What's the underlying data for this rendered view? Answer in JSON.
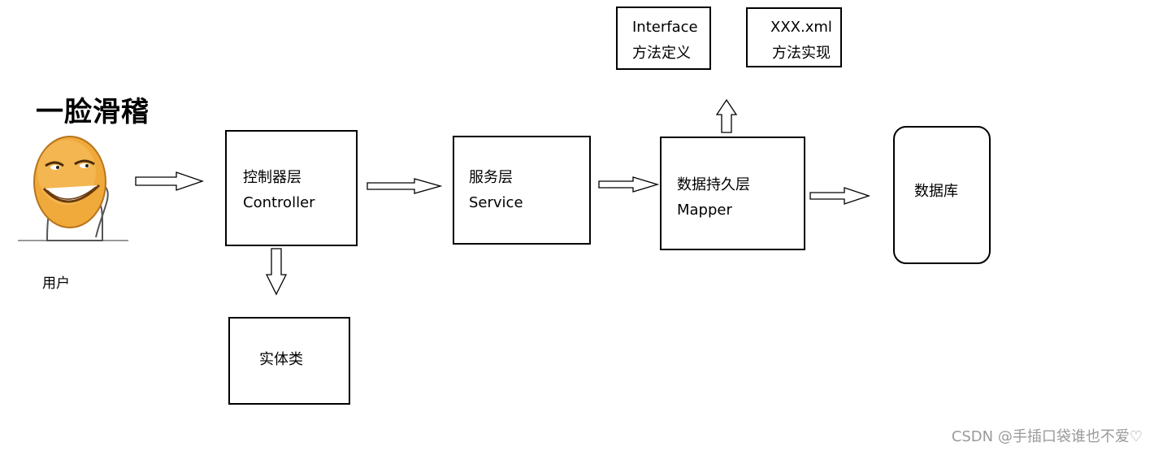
{
  "user": {
    "meme_caption": "一脸滑稽",
    "label": "用户"
  },
  "controller": {
    "line1": "控制器层",
    "line2": "Controller"
  },
  "entity": {
    "label": "实体类"
  },
  "service": {
    "line1": "服务层",
    "line2": "Service"
  },
  "mapper": {
    "line1": "数据持久层",
    "line2": "Mapper"
  },
  "interface_box": {
    "line1": "Interface",
    "line2": "方法定义"
  },
  "xml_box": {
    "line1": "XXX.xml",
    "line2": "方法实现"
  },
  "database": {
    "label": "数据库"
  },
  "watermark": "CSDN @手插口袋谁也不爱♡"
}
